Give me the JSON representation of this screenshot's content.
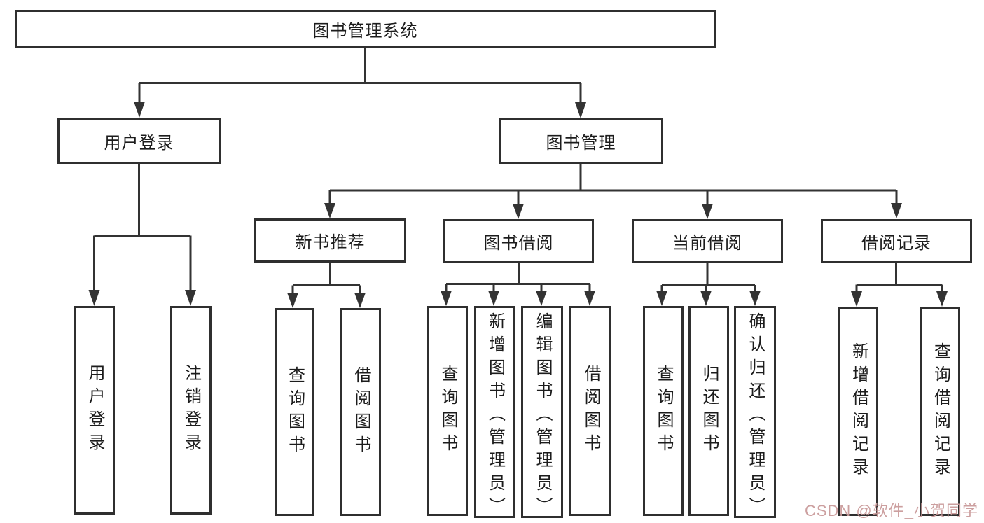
{
  "tree": {
    "root": "图书管理系统",
    "branches": [
      {
        "label": "用户登录",
        "leaves": [
          "用户登录",
          "注销登录"
        ]
      },
      {
        "label": "图书管理",
        "sections": [
          {
            "label": "新书推荐",
            "leaves": [
              "查询图书",
              "借阅图书"
            ]
          },
          {
            "label": "图书借阅",
            "leaves": [
              "查询图书",
              "新增图书（管理员）",
              "编辑图书（管理员）",
              "借阅图书"
            ]
          },
          {
            "label": "当前借阅",
            "leaves": [
              "查询图书",
              "归还图书",
              "确认归还（管理员）"
            ]
          },
          {
            "label": "借阅记录",
            "leaves": [
              "新增借阅记录",
              "查询借阅记录"
            ]
          }
        ]
      }
    ]
  },
  "watermark": "CSDN @软件_小贺同学",
  "colors": {
    "line": "#333333",
    "box_border": "#2f2f2f",
    "text": "#1c1c1c",
    "watermark": "#c99a9a",
    "background": "#ffffff"
  }
}
